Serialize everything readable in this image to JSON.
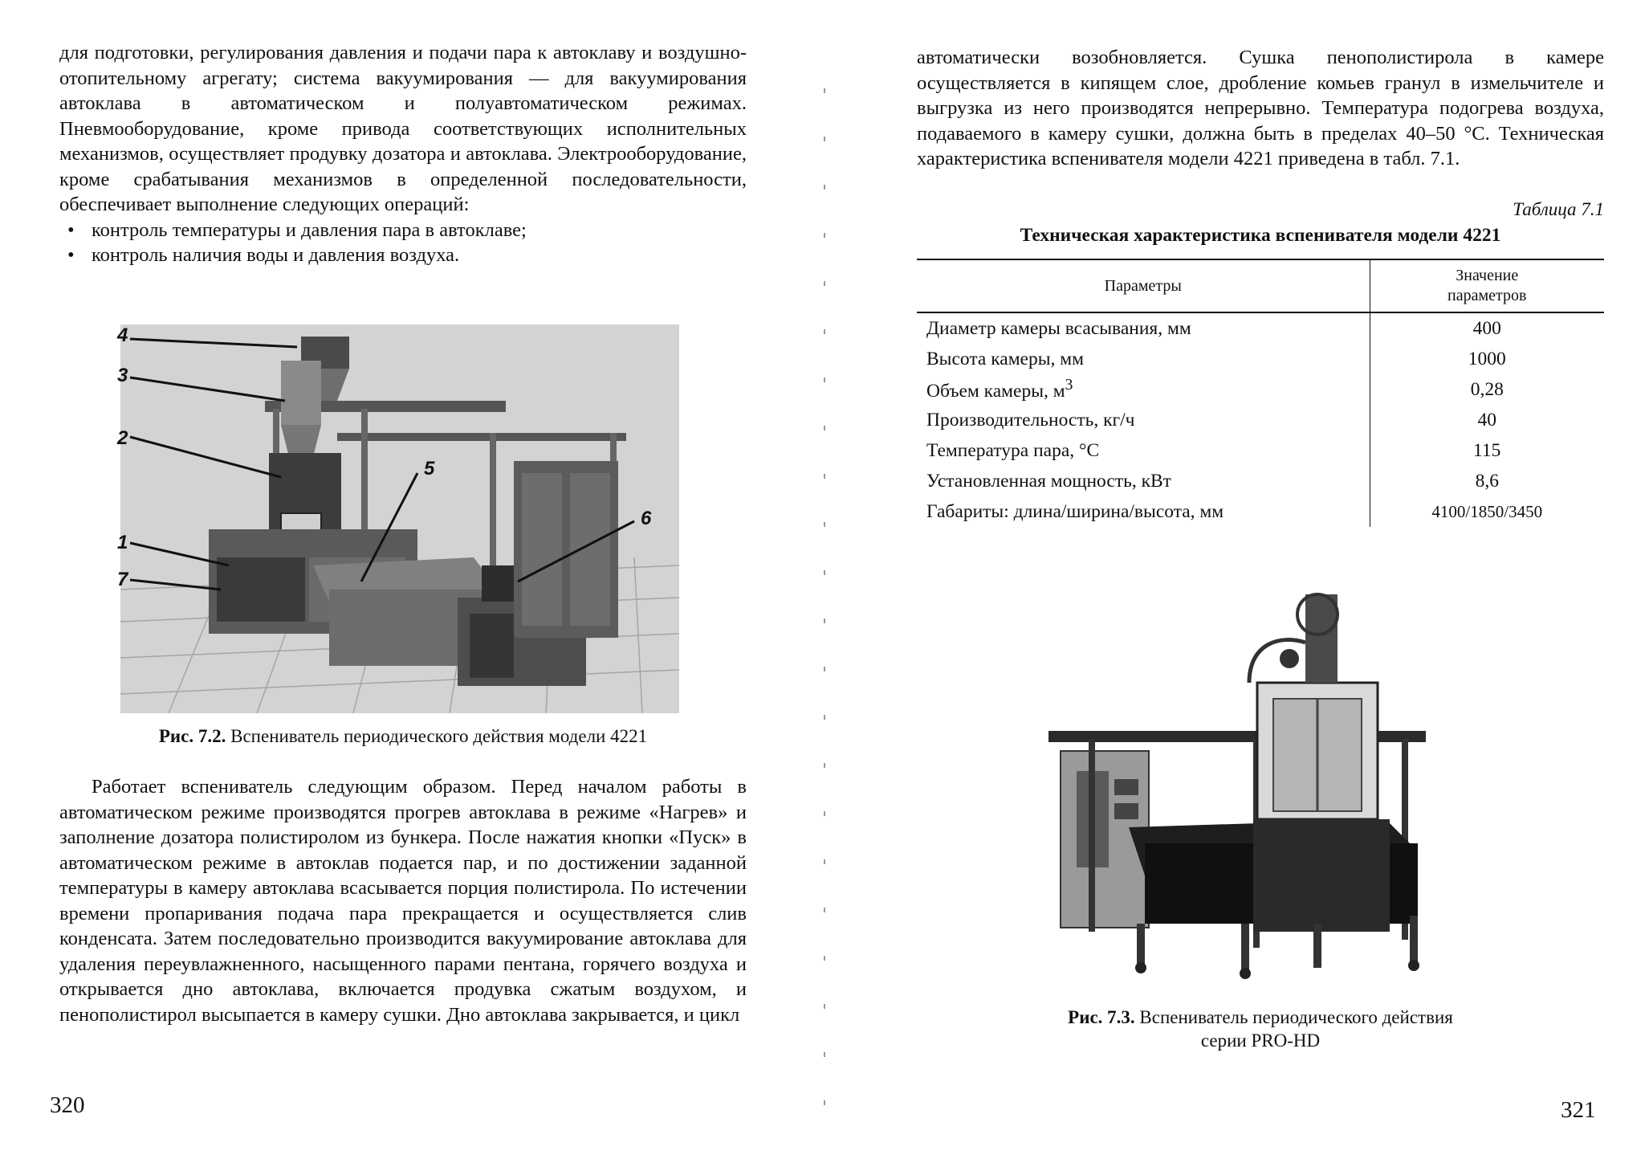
{
  "left_page": {
    "page_number": "320",
    "top_paragraph": "для подготовки, регулирования давления и подачи пара к автоклаву и воздушно-отопительному агрегату; система вакуумирования — для вакуумирования автоклава в автоматическом и полуавтоматическом режимах. Пневмооборудование, кроме привода соответствующих исполнительных механизмов, осуществляет продувку дозатора и автоклава. Электрооборудование, кроме срабатывания механизмов в определенной последовательности, обеспечивает выполнение следующих операций:",
    "bullets": [
      "контроль температуры и давления пара в автоклаве;",
      "контроль наличия воды и давления воздуха."
    ],
    "figure": {
      "callouts": [
        "4",
        "3",
        "2",
        "5",
        "6",
        "1",
        "7"
      ],
      "caption_label": "Рис. 7.2.",
      "caption_text": "Вспениватель периодического действия модели 4221"
    },
    "body_paragraph": "Работает вспениватель следующим образом. Перед началом работы в автоматическом режиме производятся прогрев автоклава в режиме «Нагрев» и заполнение дозатора полистиролом из бункера. После нажатия кнопки «Пуск» в автоматическом режиме в автоклав подается пар, и по достижении заданной температуры в камеру автоклава всасывается порция полистирола. По истечении времени пропаривания подача пара прекращается и осуществляется слив конденсата. Затем последовательно производится вакуумирование автоклава для удаления переувлажненного, насыщенного парами пентана, горячего воздуха и открывается дно автоклава, включается продувка сжатым воздухом, и пенополистирол высыпается в камеру сушки. Дно автоклава закрывается, и цикл"
  },
  "right_page": {
    "page_number": "321",
    "top_paragraph": "автоматически возобновляется. Сушка пенополистирола в камере осуществляется в кипящем слое, дробление комьев гранул в измельчителе и выгрузка из него производятся непрерывно. Температура подогрева воздуха, подаваемого в камеру сушки, должна быть в пределах 40–50 °С. Техническая характеристика вспенивателя модели 4221 приведена в табл. 7.1.",
    "table_label": "Таблица 7.1",
    "table_title": "Техническая характеристика вспенивателя модели 4221",
    "table_headers": {
      "param": "Параметры",
      "value_line1": "Значение",
      "value_line2": "параметров"
    },
    "table_rows": [
      {
        "param": "Диаметр камеры всасывания, мм",
        "value": "400"
      },
      {
        "param": "Высота камеры, мм",
        "value": "1000"
      },
      {
        "param": "Объем камеры, м",
        "sup": "3",
        "value": "0,28"
      },
      {
        "param": "Производительность, кг/ч",
        "value": "40"
      },
      {
        "param": "Температура пара, °С",
        "value": "115"
      },
      {
        "param": "Установленная мощность, кВт",
        "value": "8,6"
      },
      {
        "param": "Габариты: длина/ширина/высота, мм",
        "value": "4100/1850/3450"
      }
    ],
    "figure": {
      "caption_label": "Рис. 7.3.",
      "caption_line1": "Вспениватель периодического действия",
      "caption_line2": "серии PRO-HD"
    }
  }
}
